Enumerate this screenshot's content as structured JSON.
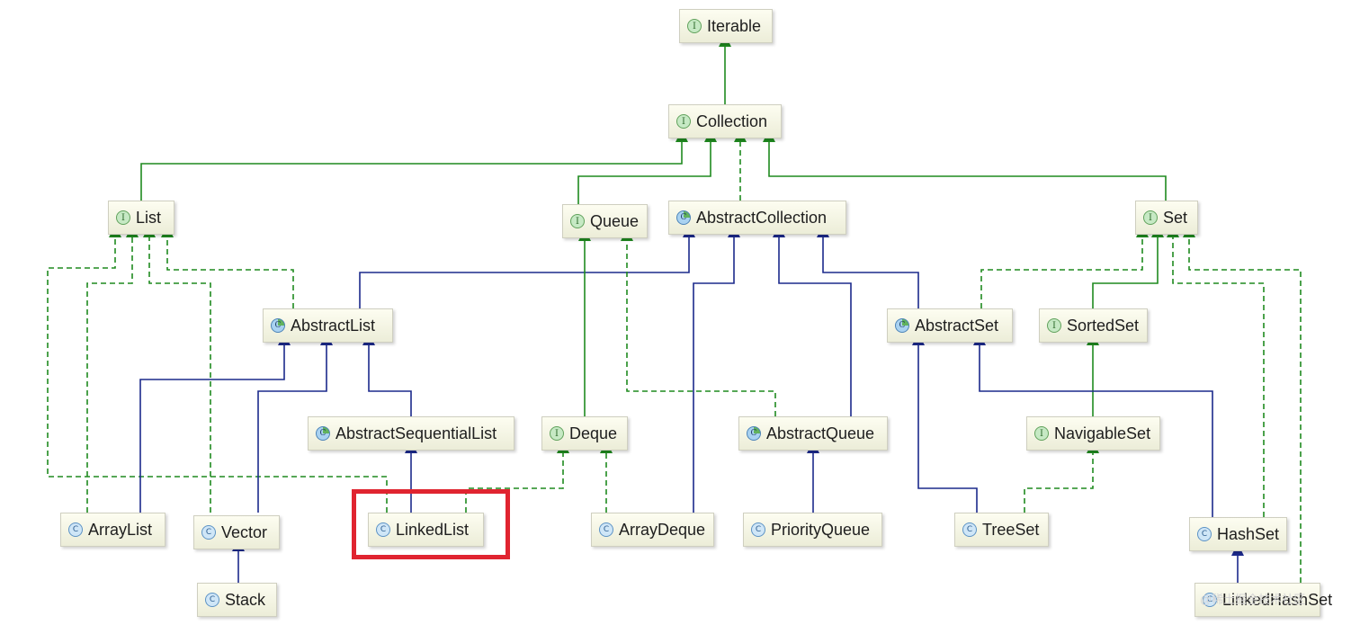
{
  "diagram": {
    "colors": {
      "interface_arrow": "#1f8a1f",
      "extends_arrow": "#1c2a8c",
      "highlight": "#e02430"
    },
    "nodes": {
      "iterable": {
        "label": "Iterable",
        "kind": "interface",
        "icon": "interface-icon"
      },
      "collection": {
        "label": "Collection",
        "kind": "interface",
        "icon": "interface-icon"
      },
      "list": {
        "label": "List",
        "kind": "interface",
        "icon": "interface-icon"
      },
      "queue": {
        "label": "Queue",
        "kind": "interface",
        "icon": "interface-icon"
      },
      "abstract_collection": {
        "label": "AbstractCollection",
        "kind": "abstract-class",
        "icon": "abstract-class-icon"
      },
      "set": {
        "label": "Set",
        "kind": "interface",
        "icon": "interface-icon"
      },
      "abstract_list": {
        "label": "AbstractList",
        "kind": "abstract-class",
        "icon": "abstract-class-icon"
      },
      "abstract_set": {
        "label": "AbstractSet",
        "kind": "abstract-class",
        "icon": "abstract-class-icon"
      },
      "sorted_set": {
        "label": "SortedSet",
        "kind": "interface",
        "icon": "interface-icon"
      },
      "abstract_sequential_list": {
        "label": "AbstractSequentialList",
        "kind": "abstract-class",
        "icon": "abstract-class-icon"
      },
      "deque": {
        "label": "Deque",
        "kind": "interface",
        "icon": "interface-icon"
      },
      "abstract_queue": {
        "label": "AbstractQueue",
        "kind": "abstract-class",
        "icon": "abstract-class-icon"
      },
      "navigable_set": {
        "label": "NavigableSet",
        "kind": "interface",
        "icon": "interface-icon"
      },
      "array_list": {
        "label": "ArrayList",
        "kind": "class",
        "icon": "class-icon"
      },
      "vector": {
        "label": "Vector",
        "kind": "class",
        "icon": "class-icon"
      },
      "linked_list": {
        "label": "LinkedList",
        "kind": "class",
        "icon": "class-icon"
      },
      "array_deque": {
        "label": "ArrayDeque",
        "kind": "class",
        "icon": "class-icon"
      },
      "priority_queue": {
        "label": "PriorityQueue",
        "kind": "class",
        "icon": "class-icon"
      },
      "tree_set": {
        "label": "TreeSet",
        "kind": "class",
        "icon": "class-icon"
      },
      "hash_set": {
        "label": "HashSet",
        "kind": "class",
        "icon": "class-icon"
      },
      "stack": {
        "label": "Stack",
        "kind": "class",
        "icon": "class-icon"
      },
      "linked_hash_set": {
        "label": "LinkedHashSet",
        "kind": "class",
        "icon": "class-icon"
      }
    },
    "icon_letters": {
      "interface": "I",
      "class": "C"
    },
    "watermark": "@稀土掘金技术社区"
  }
}
